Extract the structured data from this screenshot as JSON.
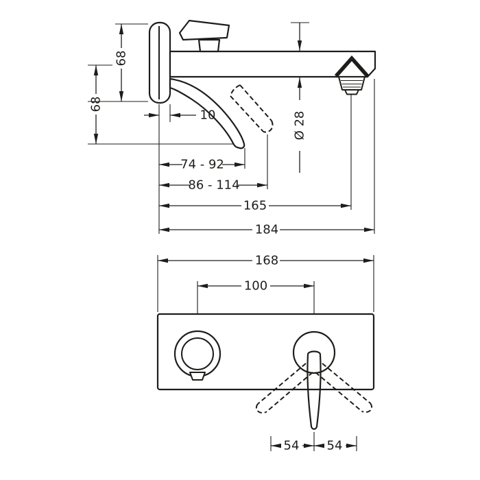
{
  "line_color": "#1d1d1b",
  "drawing": {
    "side_view": {
      "dim_height_upper": "68",
      "dim_height_lower": "68",
      "dim_wall_offset": "10",
      "dim_lever_reach_min": "74 - 92",
      "dim_lever_reach_max": "86 - 114",
      "dim_outlet_projection": "165",
      "dim_total_projection": "184",
      "dim_spout_diameter": "Ø 28"
    },
    "front_view": {
      "dim_body_width": "168",
      "dim_center_distance": "100",
      "dim_lever_swing_left": "54",
      "dim_lever_swing_right": "54"
    }
  }
}
